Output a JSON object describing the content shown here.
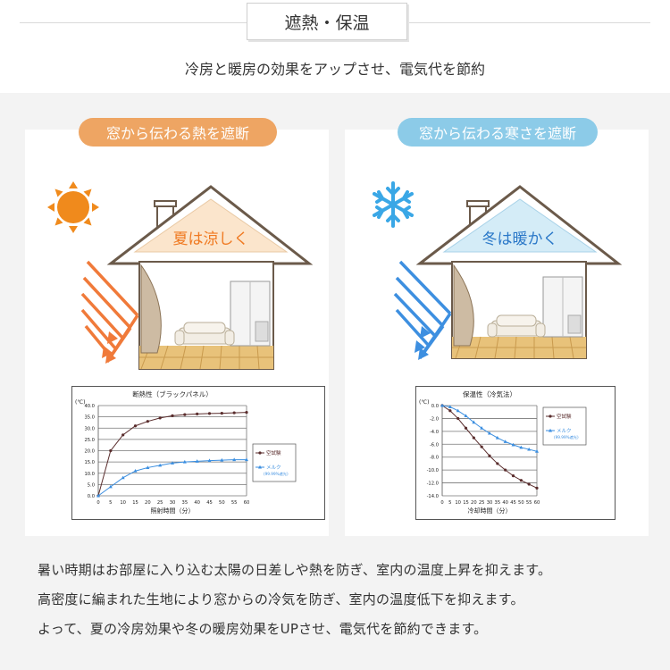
{
  "header": {
    "title": "遮熱・保温",
    "subtitle": "冷房と暖房の効果をアップさせ、電気代を節約"
  },
  "left": {
    "pill": "窓から伝わる熱を遮断",
    "house_label": "夏は涼しく",
    "colors": {
      "accent": "#eea563",
      "sun": "#f08a1c",
      "arrow": "#f07a3a"
    }
  },
  "right": {
    "pill": "窓から伝わる寒さを遮断",
    "house_label": "冬は暖かく",
    "colors": {
      "accent": "#8ccbe8",
      "snow": "#3aa7e6",
      "arrow": "#3d8fe0"
    }
  },
  "chart_data": [
    {
      "type": "line",
      "title": "断熱性（ブラックパネル）",
      "xlabel": "照射時間（分）",
      "unit": "(℃)",
      "x": [
        0,
        5,
        10,
        15,
        20,
        25,
        30,
        35,
        40,
        45,
        50,
        55,
        60
      ],
      "xlim": [
        0,
        60
      ],
      "ylim": [
        0,
        40
      ],
      "yticks": [
        "0.0",
        "5.0",
        "10.0",
        "15.0",
        "20.0",
        "25.0",
        "30.0",
        "35.0",
        "40.0"
      ],
      "yvals": [
        0,
        5,
        10,
        15,
        20,
        25,
        30,
        35,
        40
      ],
      "series": [
        {
          "name": "空試験",
          "color": "#5a2d2d",
          "marker": "circle",
          "values": [
            0,
            20,
            27,
            31,
            33,
            34.5,
            35.5,
            36,
            36.3,
            36.5,
            36.6,
            36.8,
            37
          ]
        },
        {
          "name": "メルク",
          "sub": "(99.99%遮光)",
          "color": "#3a8ee0",
          "marker": "triangle",
          "values": [
            0,
            4,
            8,
            11,
            12.5,
            13.5,
            14.5,
            15,
            15.3,
            15.6,
            15.8,
            16,
            16
          ]
        }
      ]
    },
    {
      "type": "line",
      "title": "保温性（冷気法）",
      "xlabel": "冷却時間（分）",
      "unit": "(℃)",
      "x": [
        0,
        5,
        10,
        15,
        20,
        25,
        30,
        35,
        40,
        45,
        50,
        55,
        60
      ],
      "xlim": [
        0,
        60
      ],
      "ylim": [
        -14,
        0
      ],
      "yticks": [
        "0.0",
        "-2.0",
        "-4.0",
        "-6.0",
        "-8.0",
        "-10.0",
        "-12.0",
        "-14.0"
      ],
      "yvals": [
        0,
        -2,
        -4,
        -6,
        -8,
        -10,
        -12,
        -14
      ],
      "series": [
        {
          "name": "空試験",
          "color": "#5a2d2d",
          "marker": "circle",
          "values": [
            0,
            -0.8,
            -2,
            -3.5,
            -5,
            -6.4,
            -7.8,
            -9,
            -10,
            -10.9,
            -11.6,
            -12.2,
            -12.8
          ]
        },
        {
          "name": "メルク",
          "sub": "(99.99%遮光)",
          "color": "#3a8ee0",
          "marker": "triangle",
          "values": [
            0,
            -0.2,
            -0.8,
            -1.6,
            -2.6,
            -3.5,
            -4.3,
            -5,
            -5.6,
            -6.1,
            -6.5,
            -6.8,
            -7.1
          ]
        }
      ]
    }
  ],
  "body": {
    "line1": "暑い時期はお部屋に入り込む太陽の日差しや熱を防ぎ、室内の温度上昇を抑えます。",
    "line2": "高密度に編まれた生地により窓からの冷気を防ぎ、室内の温度低下を抑えます。",
    "line3": "よって、夏の冷房効果や冬の暖房効果をUPさせ、電気代を節約できます。"
  }
}
